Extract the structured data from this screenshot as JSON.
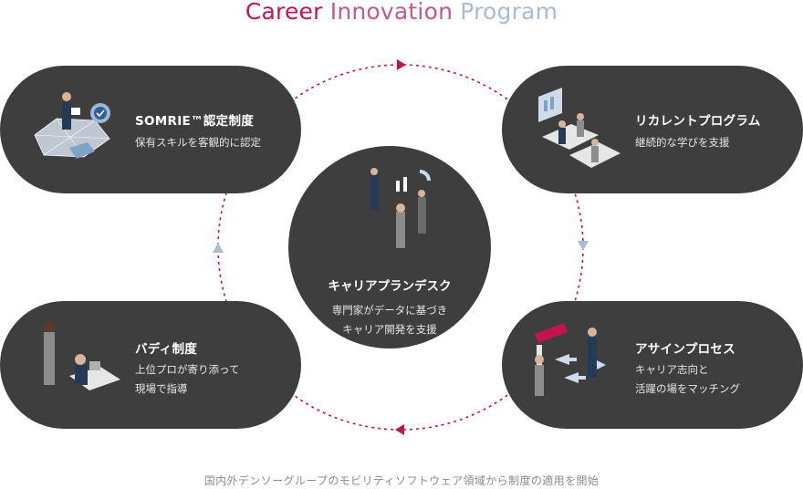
{
  "title": {
    "part1": "Career ",
    "part2": "Innovation ",
    "part3": "Program"
  },
  "colors": {
    "accent_red": "#c4144f",
    "accent_blue": "#a9bcd4",
    "panel": "#3e3e3e"
  },
  "center": {
    "name": "キャリアプランデスク",
    "desc_line1": "専門家がデータに基づき",
    "desc_line2": "キャリア開発を支援",
    "icon": "consultation-icon"
  },
  "items": [
    {
      "name": "SOMRIE™認定制度",
      "desc_line1": "保有スキルを客観的に認定",
      "desc_line2": "",
      "icon": "certification-badge-icon"
    },
    {
      "name": "リカレントプログラム",
      "desc_line1": "継続的な学びを支援",
      "desc_line2": "",
      "icon": "classroom-icon"
    },
    {
      "name": "バディ制度",
      "desc_line1": "上位プロが寄り添って",
      "desc_line2": "現場で指導",
      "icon": "mentoring-icon"
    },
    {
      "name": "アサインプロセス",
      "desc_line1": "キャリア志向と",
      "desc_line2": "活躍の場をマッチング",
      "icon": "matching-icon"
    }
  ],
  "footer": "国内外デンソーグループのモビリティソフトウェア領域から制度の適用を開始"
}
